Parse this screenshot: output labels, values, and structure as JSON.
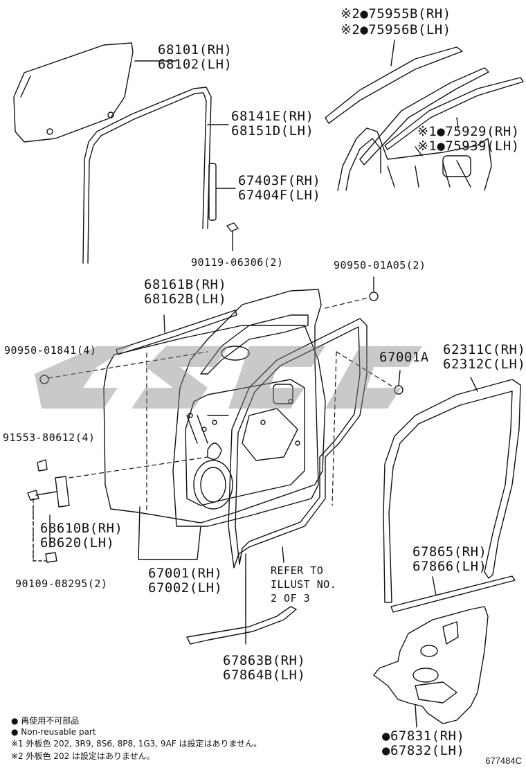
{
  "labels": {
    "p75955": "※2●75955B(RH)",
    "p75956": "※2●75956B(LH)",
    "p68101": "68101(RH)",
    "p68102": "68102(LH)",
    "p68141": "68141E(RH)",
    "p68151": "68151D(LH)",
    "p75929": "※1●75929(RH)",
    "p75939": "※1●75939(LH)",
    "p67403": "67403F(RH)",
    "p67404": "67404F(LH)",
    "p90119": "90119-06306(2)",
    "p90950a": "90950-01A05(2)",
    "p68161": "68161B(RH)",
    "p68162": "68162B(LH)",
    "p90950b": "90950-01841(4)",
    "p67001a": "67001A",
    "p62311": "62311C(RH)",
    "p62312": "62312C(LH)",
    "p91553": "91553-80612(4)",
    "p68610": "68610B(RH)",
    "p68620": "68620(LH)",
    "p90109": "90109-08295(2)",
    "p67001": "67001(RH)",
    "p67002": "67002(LH)",
    "refer1": "REFER TO",
    "refer2": "ILLUST NO.",
    "refer3": "2 OF 3",
    "p67865": "67865(RH)",
    "p67866": "67866(LH)",
    "p67863": "67863B(RH)",
    "p67864": "67864B(LH)",
    "p67831": "●67831(RH)",
    "p67832": "●67832(LH)"
  },
  "legend": {
    "line1": "● 再使用不可部品",
    "line2": "● Non-reusable part",
    "line3": "※1 外板色 202, 3R9, 8S6, 8P8, 1G3, 9AF は設定はありません。",
    "line4": "※2 外板色 202 は設定はありません。"
  },
  "illustration_code": "677484C"
}
